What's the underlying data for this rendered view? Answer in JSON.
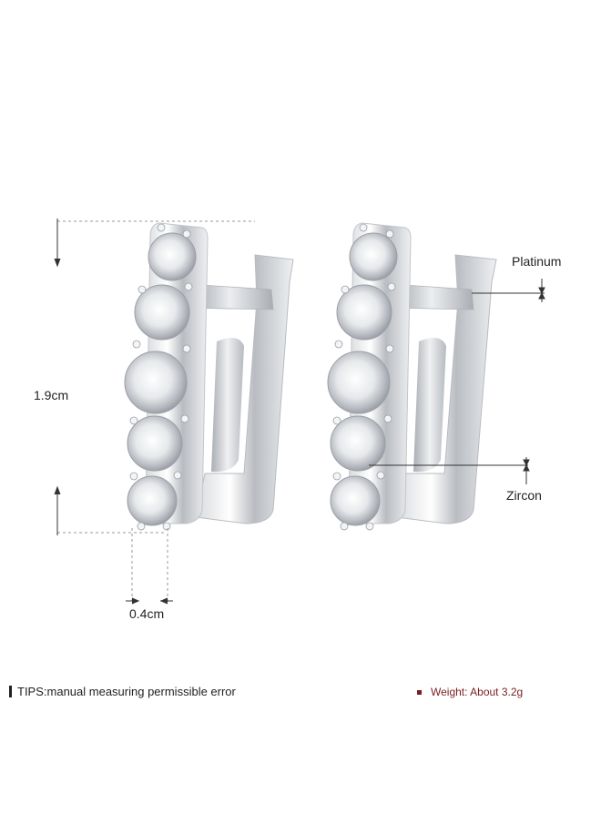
{
  "dimensions": {
    "height": "1.9cm",
    "width": "0.4cm"
  },
  "callouts": {
    "platinum": "Platinum",
    "zircon": "Zircon"
  },
  "footer": {
    "tips": "TIPS:manual measuring permissible error",
    "weight": "Weight: About 3.2g"
  },
  "colors": {
    "weight_text": "#7a1f1f",
    "weight_bullet": "#7a1f1f",
    "text": "#222222",
    "guide_line": "#999999"
  }
}
